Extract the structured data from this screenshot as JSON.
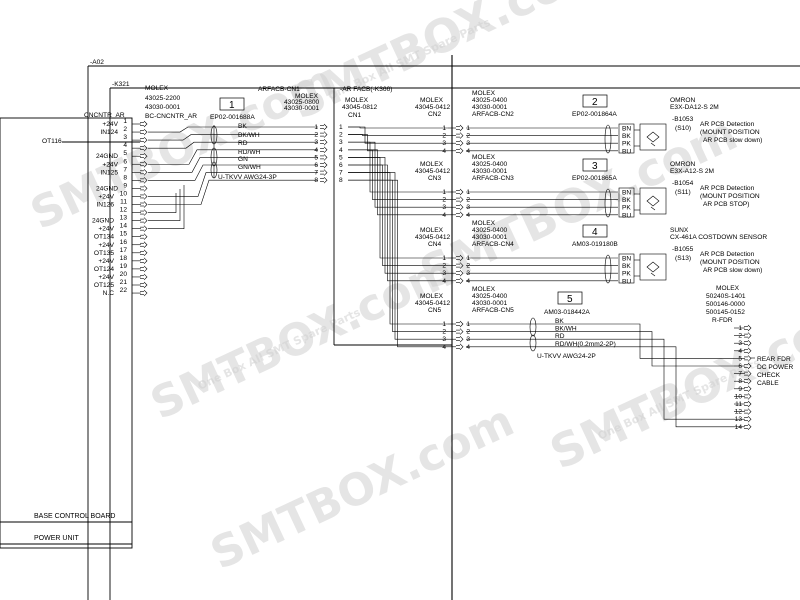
{
  "watermark": {
    "text": "SMTBOX.com",
    "tagline": "One Box All SMT Spare Parts"
  },
  "top_refs": {
    "a02": "-A02",
    "k321": "-K321"
  },
  "base_board": {
    "connector_title": "CNCNTR_AR",
    "maker": "MOLEX",
    "part1": "43025-2200",
    "part2": "43030-0001",
    "cable_label": "BC-CNCNTR_AR",
    "ot_input": "OT116",
    "pin_labels": [
      "+24V",
      "IN124",
      "",
      "",
      "24GND",
      "+24V",
      "IN125",
      "",
      "24GND",
      "+24V",
      "IN126",
      "",
      "24GND",
      "+24V",
      "OT134",
      "+24V",
      "OT135",
      "+24V",
      "OT124",
      "+24V",
      "OT125",
      "N.C",
      "N.C"
    ],
    "pin_numbers": [
      "1",
      "2",
      "3",
      "4",
      "5",
      "6",
      "7",
      "8",
      "9",
      "10",
      "11",
      "12",
      "13",
      "14",
      "15",
      "16",
      "17",
      "18",
      "19",
      "20",
      "21",
      "22"
    ],
    "footer_label": "BASE CONTROL BOARD",
    "power_label": "POWER UNIT"
  },
  "cable1": {
    "number": "1",
    "part": "EP02-001688A",
    "wires": [
      "BK",
      "BK/WH",
      "RD",
      "RD/WH",
      "GN",
      "GN/WH"
    ],
    "cable_type": "U-TKVV AWG24-3P"
  },
  "arfacb_cn1": {
    "header": "ARFACB-CN1",
    "maker": "MOLEX",
    "part1": "43025-0800",
    "part2": "43030-0001",
    "pins": [
      "1",
      "2",
      "3",
      "4",
      "5",
      "6",
      "7",
      "8"
    ]
  },
  "ar_facb": {
    "title": "-AR FACB(-K366)",
    "cn1_maker": "MOLEX",
    "cn1_part": "43045-0812",
    "cn1_name": "CN1"
  },
  "sub_connectors": [
    {
      "maker": "MOLEX",
      "part": "43045-0412",
      "name": "CN2",
      "cable_maker": "MOLEX",
      "cable_part1": "43025-0400",
      "cable_part2": "43030-0001",
      "cable_name": "ARFACB-CN2",
      "pins": [
        "1",
        "2",
        "3",
        "4"
      ]
    },
    {
      "maker": "MOLEX",
      "part": "43045-0412",
      "name": "CN3",
      "cable_maker": "MOLEX",
      "cable_part1": "43025-0400",
      "cable_part2": "43030-0001",
      "cable_name": "ARFACB-CN3",
      "pins": [
        "1",
        "2",
        "3",
        "4"
      ]
    },
    {
      "maker": "MOLEX",
      "part": "43045-0412",
      "name": "CN4",
      "cable_maker": "MOLEX",
      "cable_part1": "43025-0400",
      "cable_part2": "43030-0001",
      "cable_name": "ARFACB-CN4",
      "pins": [
        "1",
        "2",
        "3",
        "4"
      ]
    },
    {
      "maker": "MOLEX",
      "part": "43045-0412",
      "name": "CN5",
      "cable_maker": "MOLEX",
      "cable_part1": "43025-0400",
      "cable_part2": "43030-0001",
      "cable_name": "ARFACB-CN5",
      "pins": [
        "1",
        "2",
        "3",
        "4"
      ]
    }
  ],
  "sensors": [
    {
      "number": "2",
      "cable_part": "EP02-001864A",
      "wires": [
        "BN",
        "BK",
        "PK",
        "BU"
      ],
      "maker": "OMRON",
      "model": "E3X-DA12-S 2M",
      "ref": "-B1053",
      "slot": "(S10)",
      "desc1": "AR PCB Detection",
      "desc2": "(MOUNT POSITION",
      "desc3": "AR PCB slow down)"
    },
    {
      "number": "3",
      "cable_part": "EP02-001865A",
      "wires": [
        "BN",
        "BK",
        "PK",
        "BU"
      ],
      "maker": "OMRON",
      "model": "E3X-A12-S 2M",
      "ref": "-B1054",
      "slot": "(S11)",
      "desc1": "AR PCB Detection",
      "desc2": "(MOUNT POSITION",
      "desc3": "AR PCB STOP)"
    },
    {
      "number": "4",
      "cable_part": "AM03-019180B",
      "wires": [
        "BN",
        "BK",
        "PK",
        "BU"
      ],
      "maker": "SUNX",
      "model": "CX-461A COSTDOWN SENSOR",
      "ref": "-B1055",
      "slot": "(S13)",
      "desc1": "AR PCB Detection",
      "desc2": "(MOUNT POSITION",
      "desc3": "AR PCB slow down)"
    }
  ],
  "cable5": {
    "number": "5",
    "part": "AM03-018442A",
    "wires": [
      "BK",
      "BK/WH",
      "RD",
      "RD/WH(0.2mm2-2P)"
    ],
    "cable_type": "U-TKVV AWG24-2P"
  },
  "rfdr": {
    "maker": "MOLEX",
    "part1": "50240S-1401",
    "part2": "500146-0000",
    "part3": "500145-0152",
    "name": "R-FDR",
    "pins": [
      "1",
      "2",
      "3",
      "4",
      "5",
      "6",
      "7",
      "8",
      "9",
      "10",
      "11",
      "12",
      "13",
      "14"
    ],
    "desc": [
      "REAR FDR",
      "DC POWER",
      "CHECK",
      "CABLE"
    ]
  }
}
